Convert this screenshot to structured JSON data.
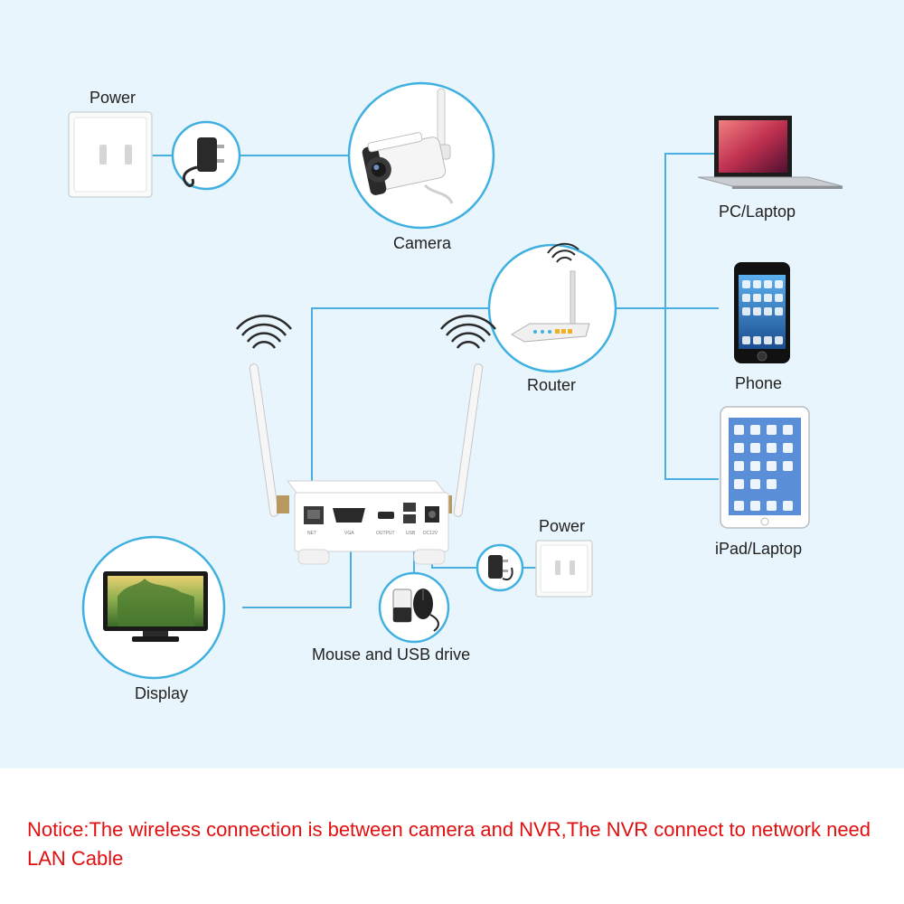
{
  "labels": {
    "power_top": "Power",
    "camera": "Camera",
    "pc_laptop": "PC/Laptop",
    "router": "Router",
    "phone": "Phone",
    "ipad_laptop": "iPad/Laptop",
    "power_right": "Power",
    "mouse_usb": "Mouse and USB drive",
    "display": "Display"
  },
  "ports": {
    "net": "NET",
    "vga": "VGA",
    "output": "OUTPUT",
    "usb": "USB",
    "dc": "DC12V"
  },
  "notice": "Notice:The wireless connection is between camera and NVR,The NVR connect to network need LAN Cable",
  "colors": {
    "background": "#e8f5fc",
    "line": "#4aaede",
    "circle": "#3fb0e0",
    "notice": "#e01010"
  },
  "icons": [
    "wall-socket-icon",
    "power-adapter-icon",
    "bullet-camera-icon",
    "laptop-icon",
    "router-icon",
    "smartphone-icon",
    "tablet-icon",
    "nvr-device-icon",
    "wifi-signal-icon",
    "monitor-icon",
    "mouse-icon",
    "usb-drive-icon"
  ]
}
